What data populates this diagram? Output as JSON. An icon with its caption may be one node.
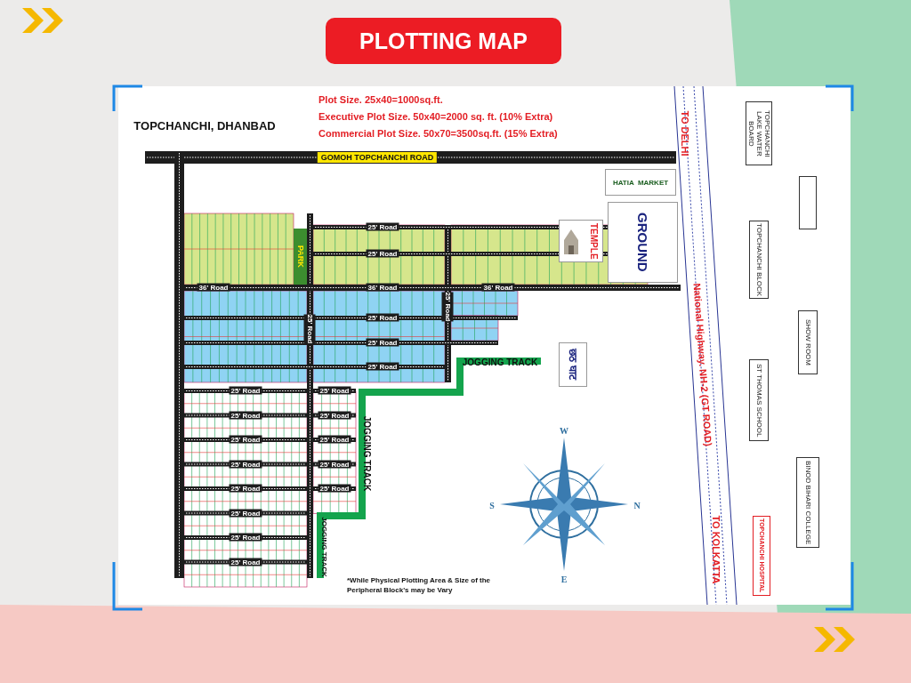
{
  "diagram": {
    "title": "PLOTTING MAP",
    "nodes": [
      {
        "text": [
          "PARK"
        ]
      },
      {
        "text": [
          "HATIA  MARKET"
        ]
      },
      {
        "text": [
          "TEMPLE"
        ]
      },
      {
        "text": [
          "GROUND"
        ]
      },
      {
        "text": [
          "छठ घाट"
        ]
      },
      {
        "text": [
          "TOPCHANCHI LAKE WATER BOARD"
        ]
      },
      {
        "text": [],
        "shape": "box"
      },
      {
        "text": [
          "TOPCHANCHI BLOCK"
        ]
      },
      {
        "text": [
          "SHOW ROOM"
        ]
      },
      {
        "text": [
          "ST THOMAS  SCHOOL"
        ]
      },
      {
        "text": [
          "BINOD BIHARI COLLEGE"
        ]
      },
      {
        "text": [
          "TOPCHANCHI HOSPITAL"
        ]
      }
    ],
    "labels": [
      "TOPCHANCHI, DHANBAD",
      "Plot Size. 25x40=1000sq.ft.",
      "Executive Plot Size. 50x40=2000 sq. ft. (10% Extra)",
      "Commercial Plot Size. 50x70=3500sq.ft. (15% Extra)",
      "GOMOH TOPCHANCHI ROAD",
      "TO DELHI",
      "25' Road",
      "25' Road",
      "36' Road",
      "36' Road",
      "36' Road",
      "25' Road",
      "25' Road",
      "25' Road",
      "25' Road",
      "JOGGING TRACK",
      "25' Road",
      "National Highway. NH-2 (GT ROAD)",
      "25' Road",
      "25' Road",
      "25' Road",
      "25' Road",
      "25' Road",
      "25' Road",
      "25' Road",
      "25' Road",
      "25' Road",
      "25' Road",
      "25' Road",
      "25' Road",
      "25' Road",
      "JOGGING TRACK",
      "JOGGING TRACK",
      "W",
      "S",
      "N",
      "E",
      "TO KOLKATTA",
      "*While Physical Plotting Area & Size of the Peripheral Block's may be Vary"
    ]
  }
}
